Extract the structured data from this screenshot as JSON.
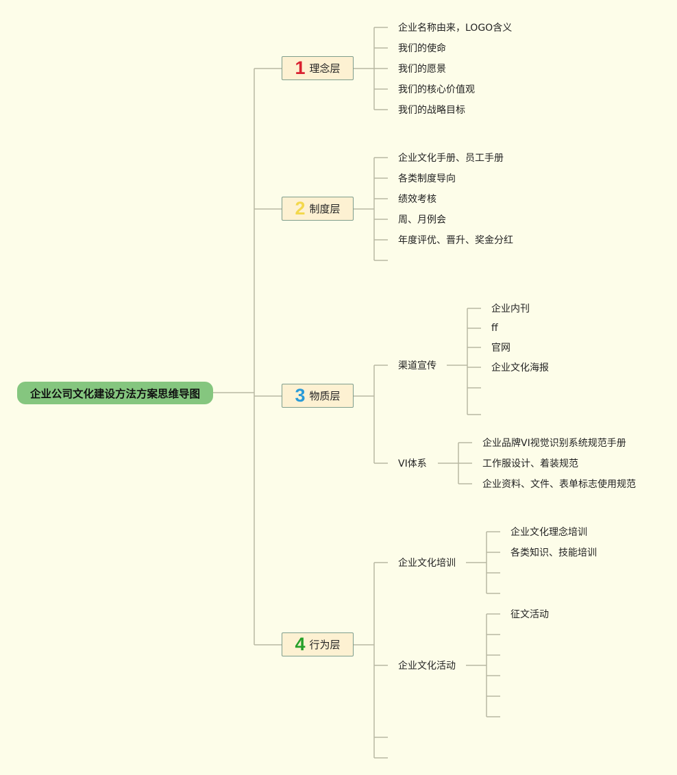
{
  "root": "企业公司文化建设方法方案思维导图",
  "colors": {
    "background": "#fdfde9",
    "root": "#85c67f",
    "layer_box": "#fdf1d2",
    "line": "#b8b8a2"
  },
  "layers": [
    {
      "num": "1",
      "color": "#d9202f",
      "label": "理念层",
      "items": [
        "企业名称由来，LOGO含义",
        "我们的使命",
        "我们的愿景",
        "我们的核心价值观",
        "我们的战略目标"
      ]
    },
    {
      "num": "2",
      "color": "#f3d84c",
      "label": "制度层",
      "items": [
        "企业文化手册、员工手册",
        "各类制度导向",
        "绩效考核",
        "周、月例会",
        "年度评优、晋升、奖金分红"
      ]
    },
    {
      "num": "3",
      "color": "#2a9bd8",
      "label": "物质层",
      "groups": [
        {
          "label": "渠道宣传",
          "items": [
            "企业内刊",
            "ff",
            "官网",
            "企业文化海报"
          ]
        },
        {
          "label": "VI体系",
          "items": [
            "企业品牌VI视觉识别系统规范手册",
            "工作服设计、着装规范",
            "企业资料、文件、表单标志使用规范"
          ]
        }
      ]
    },
    {
      "num": "4",
      "color": "#27a02a",
      "label": "行为层",
      "groups": [
        {
          "label": "企业文化培训",
          "items": [
            "企业文化理念培训",
            "各类知识、技能培训"
          ]
        },
        {
          "label": "企业文化活动",
          "items": [
            "征文活动"
          ]
        }
      ]
    }
  ]
}
